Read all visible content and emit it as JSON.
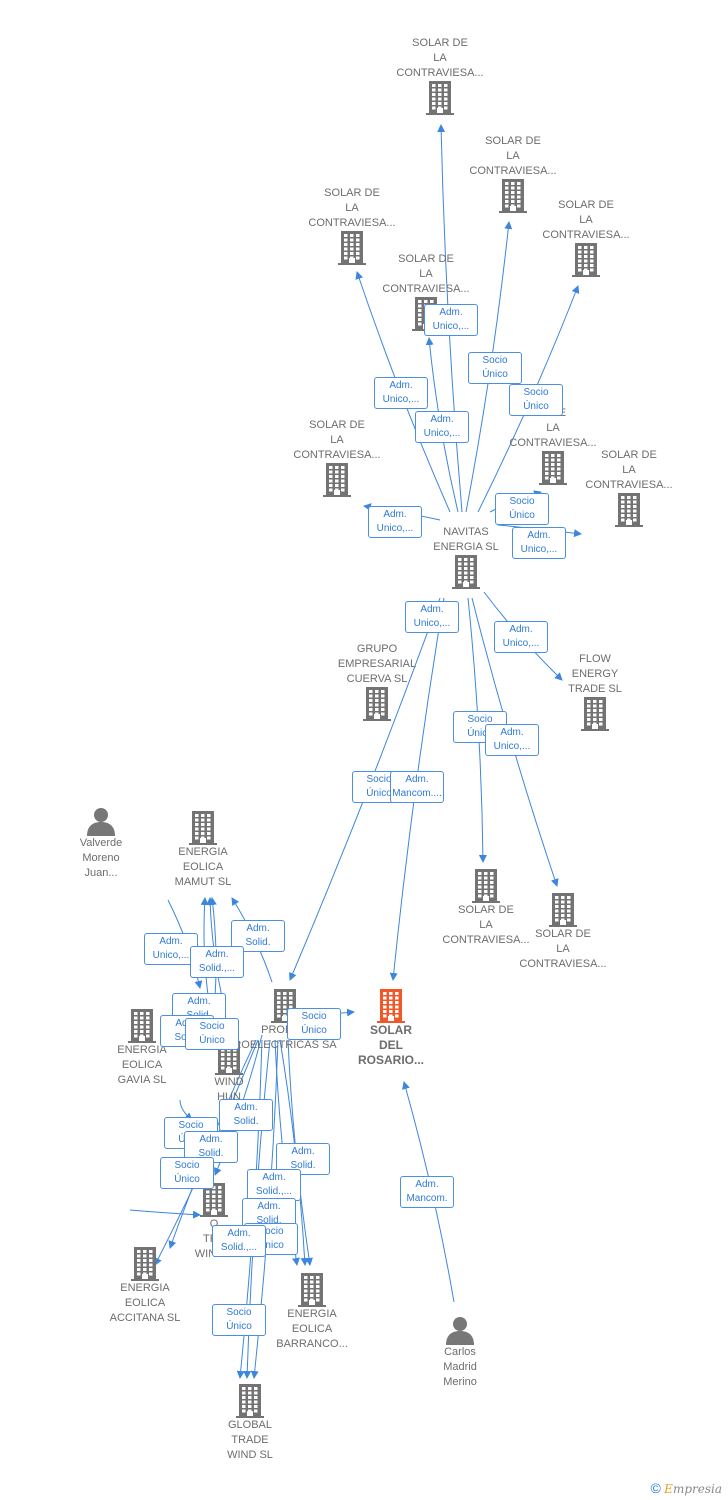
{
  "colors": {
    "edge": "#3d86dd",
    "company": "#737373",
    "highlight": "#f0582a",
    "person": "#777777"
  },
  "nodes": [
    {
      "id": "n1",
      "label": "SOLAR DE\nLA\nCONTRAVIESA...",
      "kind": "company"
    },
    {
      "id": "n2",
      "label": "SOLAR DE\nLA\nCONTRAVIESA...",
      "kind": "company"
    },
    {
      "id": "n3",
      "label": "SOLAR DE\nLA\nCONTRAVIESA...",
      "kind": "company"
    },
    {
      "id": "n4",
      "label": "SOLAR DE\nLA\nCONTRAVIESA...",
      "kind": "company"
    },
    {
      "id": "n5",
      "label": "SOLAR DE\nLA\nCONTRAVIESA...",
      "kind": "company"
    },
    {
      "id": "n6",
      "label": "SOLAR DE\nLA\nCONTRAVIESA...",
      "kind": "company"
    },
    {
      "id": "n7",
      "label": "R DE\nLA\nCONTRAVIESA...",
      "kind": "company"
    },
    {
      "id": "n8",
      "label": "SOLAR DE\nLA\nCONTRAVIESA...",
      "kind": "company"
    },
    {
      "id": "navitas",
      "label": "NAVITAS\nENERGIA SL",
      "kind": "company"
    },
    {
      "id": "grupo",
      "label": "GRUPO\nEMPRESARIAL\nCUERVA SL",
      "kind": "company"
    },
    {
      "id": "flow",
      "label": "FLOW\nENERGY\nTRADE SL",
      "kind": "company"
    },
    {
      "id": "n9",
      "label": "SOLAR DE\nLA\nCONTRAVIESA...",
      "kind": "company"
    },
    {
      "id": "n10",
      "label": "SOLAR DE\nLA\nCONTRAVIESA...",
      "kind": "company"
    },
    {
      "id": "valverde",
      "label": "Valverde\nMoreno\nJuan...",
      "kind": "person"
    },
    {
      "id": "mamut",
      "label": "ENERGIA\nEOLICA\nMAMUT SL",
      "kind": "company"
    },
    {
      "id": "gavia",
      "label": "ENERGIA\nEOLICA\nGAVIA SL",
      "kind": "company"
    },
    {
      "id": "produc",
      "label": "PRODUC   ROELECTRICAS SA",
      "kind": "company"
    },
    {
      "id": "wind",
      "label": "WIND\nHUN",
      "kind": "company"
    },
    {
      "id": "solar_rosario",
      "label": "SOLAR\nDEL\nROSARIO...",
      "kind": "main"
    },
    {
      "id": "trade_wind",
      "label": "O\nTRA\nWIND...",
      "kind": "company"
    },
    {
      "id": "accitana",
      "label": "ENERGIA\nEOLICA\nACCITANA SL",
      "kind": "company"
    },
    {
      "id": "barranco",
      "label": "ENERGIA\nEOLICA\nBARRANCO...",
      "kind": "company"
    },
    {
      "id": "global",
      "label": "GLOBAL\nTRADE\nWIND SL",
      "kind": "company"
    },
    {
      "id": "carlos",
      "label": "Carlos\nMadrid\nMerino",
      "kind": "person"
    }
  ],
  "edge_labels": [
    "Adm.\nUnico,...",
    "Socio\nÚnico",
    "Adm.\nUnico,...",
    "Socio\nÚnico",
    "Adm.\nUnico,...",
    "Adm.\nUnico,...",
    "Socio\nÚnico",
    "Adm.\nUnico,...",
    "Adm.\nUnico,...",
    "Adm.\nUnico,...",
    "Socio\nÚnico",
    "Adm.\nUnico,...",
    "Socio\nÚnico",
    "Adm.\nMancom....",
    "Adm.\nSolid.",
    "Adm.\nUnico,...",
    "Adm.\nSolid.,...",
    "Adm.\nSolid.",
    "Adm.\nSolid.",
    "Socio\nÚnico",
    "Socio\nÚnico",
    "Adm.\nSolid.",
    "Socio\nÚnico",
    "Adm.\nSolid.",
    "Socio\nÚnico",
    "Adm.\nSolid.",
    "Adm.\nSolid.,...",
    "Adm.\nSolid.",
    "Socio\nÚnico",
    "Adm.\nSolid.,...",
    "Socio\nÚnico",
    "Adm.\nMancom."
  ],
  "footer": {
    "copyright": "©",
    "brand_e": "E",
    "brand_rest": "mpresia"
  }
}
